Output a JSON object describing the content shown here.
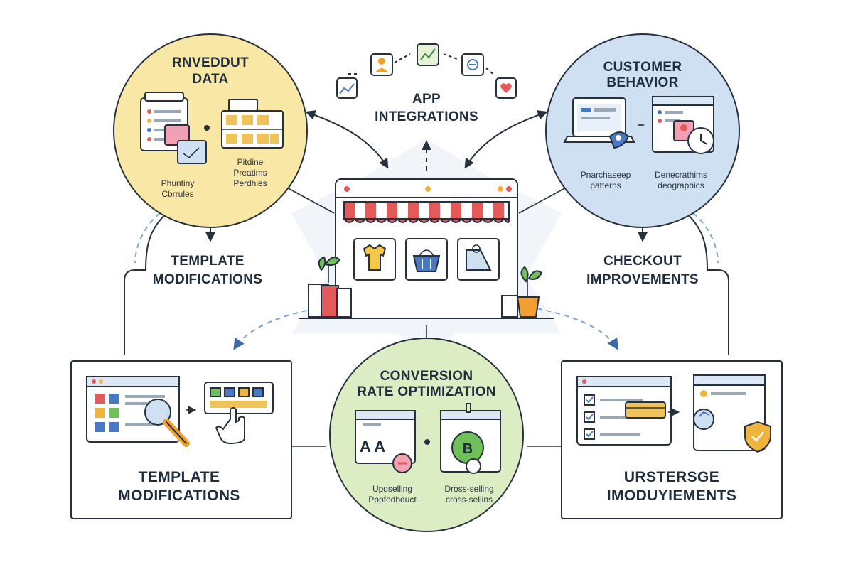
{
  "top_left": {
    "title_line1": "RNVEDDUT",
    "title_line2": "DATA",
    "label_a1": "Phuntiny",
    "label_a2": "Cbrrules",
    "label_b1": "Pitdine",
    "label_b2": "Preatims",
    "label_b3": "Perdhies"
  },
  "top_center": {
    "title_line1": "APP",
    "title_line2": "INTEGRATIONS"
  },
  "top_right": {
    "title_line1": "CUSTOMER",
    "title_line2": "BEHAVIOR",
    "label_a1": "Pnarchaseep",
    "label_a2": "patterns",
    "label_b1": "Denecrathims",
    "label_b2": "deographics"
  },
  "mid_left": {
    "title_line1": "TEMPLATE",
    "title_line2": "MODIFICATIONS"
  },
  "mid_right": {
    "title_line1": "CHECKOUT",
    "title_line2": "IMPROVEMENTS"
  },
  "bottom_left": {
    "title_line1": "TEMPLATE",
    "title_line2": "MODIFICATIONS"
  },
  "bottom_center": {
    "title_line1": "CONVERSION",
    "title_line2": "RATE OPTIMIZATION",
    "card_a_letters": "A  A",
    "card_b_letter": "B",
    "label_a1": "Updselling",
    "label_a2": "Pppfodbduct",
    "label_b1": "Dross-selling",
    "label_b2": "cross-sellins"
  },
  "bottom_right": {
    "title_line1": "URSTERSGE",
    "title_line2": "IMODUYIEMENTS"
  },
  "colors": {
    "yellow_fill": "#f9e7a6",
    "blue_fill": "#cfe0f3",
    "green_fill": "#dcedc3",
    "awning_red": "#e35a5a",
    "accent_blue": "#4a78c2",
    "ink": "#26313d"
  }
}
